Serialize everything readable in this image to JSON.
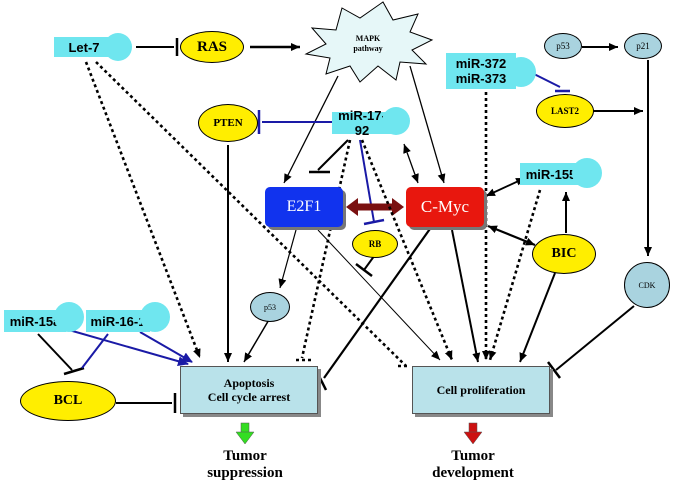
{
  "nodes": {
    "let7": "Let-7",
    "ras": "RAS",
    "mapk_line1": "MAPK",
    "mapk_line2": "pathway",
    "p53_top": "p53",
    "p21": "p21",
    "mir372": "miR-372",
    "mir373": "miR-373",
    "last2": "LAST2",
    "pten": "PTEN",
    "mir1792": "miR-17-92",
    "e2f1": "E2F1",
    "cmyc": "C-Myc",
    "mir155": "miR-155",
    "rb": "RB",
    "bic": "BIC",
    "p53_mid": "p53",
    "cdk": "CDK",
    "mir15a": "miR-15a",
    "mir161": "miR-16-1",
    "bcl": "BCL",
    "apoptosis_line1": "Apoptosis",
    "apoptosis_line2": "Cell cycle arrest",
    "proliferation": "Cell proliferation"
  },
  "outcomes": {
    "suppression_line1": "Tumor",
    "suppression_line2": "suppression",
    "development_line1": "Tumor",
    "development_line2": "development"
  },
  "colors": {
    "mirna": "#6fe6ef",
    "gene_yellow": "#ffee00",
    "gene_blue_small": "#a9d3df",
    "outcome_box": "#b9e2ea",
    "e2f1": "#1133ee",
    "cmyc": "#e8170e",
    "inhibition_blue": "#1a1aa6",
    "double_arrow": "#7a1010",
    "suppression_arrow": "#33dd22",
    "development_arrow": "#cc1111"
  }
}
